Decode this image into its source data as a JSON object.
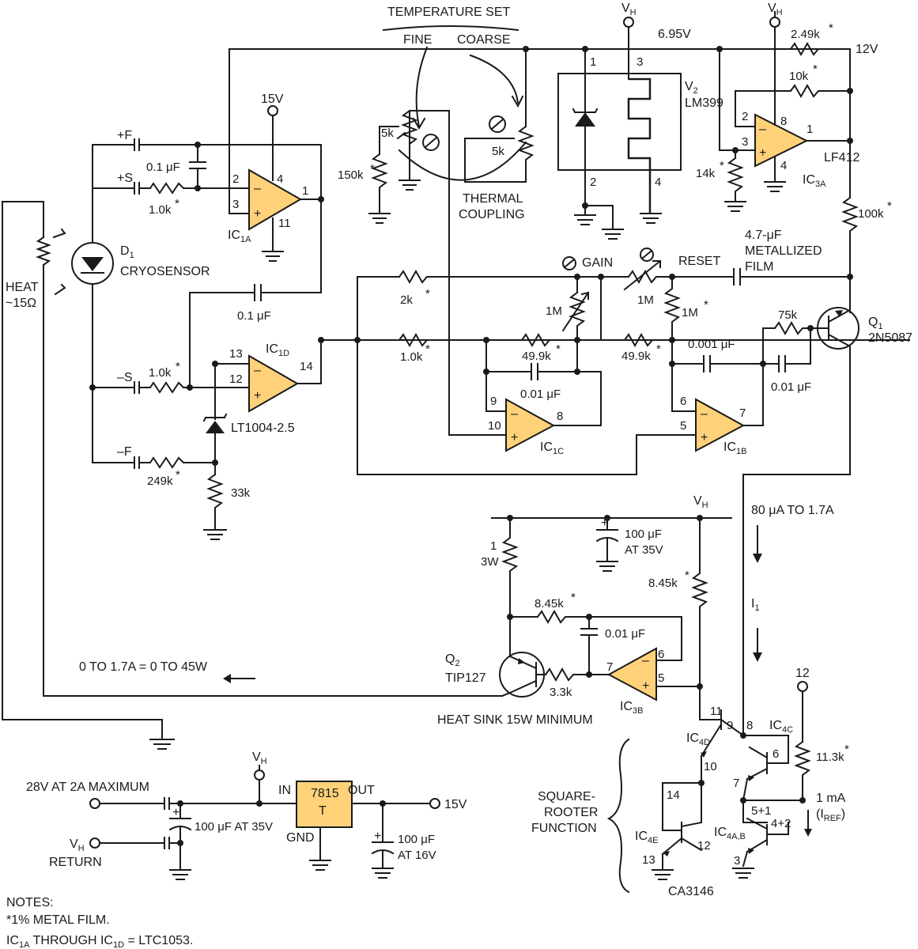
{
  "labels": {
    "temperature_set": "TEMPERATURE SET",
    "fine": "FINE",
    "coarse": "COARSE",
    "thermal_coupling_1": "THERMAL",
    "thermal_coupling_2": "COUPLING",
    "vh": "V",
    "vh_sub": "H",
    "v695": "6.95V",
    "v12": "12V",
    "v15": "15V",
    "plus_f": "+F",
    "plus_s": "+S",
    "minus_s": "–S",
    "minus_f": "–F",
    "d1": "D",
    "d1_sub": "1",
    "cryosensor": "CRYOSENSOR",
    "heat_1": "HEAT",
    "heat_2": "~15Ω",
    "v2": "V",
    "v2_sub": "2",
    "lm399": "LM399",
    "lf412": "LF412",
    "ic3a": "IC",
    "ic3a_sub": "3A",
    "ic1a": "IC",
    "ic1a_sub": "1A",
    "ic1d": "IC",
    "ic1d_sub": "1D",
    "ic1c": "IC",
    "ic1c_sub": "1C",
    "ic1b": "IC",
    "ic1b_sub": "1B",
    "ic3b": "IC",
    "ic3b_sub": "3B",
    "ic4d": "IC",
    "ic4d_sub": "4D",
    "ic4c": "IC",
    "ic4c_sub": "4C",
    "ic4e": "IC",
    "ic4e_sub": "4E",
    "ic4ab": "IC",
    "ic4ab_sub": "4A,B",
    "ca3146": "CA3146",
    "gain": "GAIN",
    "reset": "RESET",
    "metallized_1": "4.7-μF",
    "metallized_2": "METALLIZED",
    "metallized_3": "FILM",
    "q1": "Q",
    "q1_sub": "1",
    "q1_part": "2N5087",
    "q2": "Q",
    "q2_sub": "2",
    "q2_part": "TIP127",
    "lt1004": "LT1004-2.5",
    "current_range": "80 μA TO 1.7A",
    "i1": "I",
    "i1_sub": "1",
    "heat_range": "0 TO 1.7A = 0 TO 45W",
    "heat_sink": "HEAT SINK 15W MINIMUM",
    "square_1": "SQUARE-",
    "square_2": "ROOTER",
    "square_3": "FUNCTION",
    "iref_1": "1 mA",
    "iref_2": "(I",
    "iref_sub": "REF",
    "iref_3": ")",
    "supply_in": "28V AT 2A MAXIMUM",
    "vh_return": "RETURN",
    "reg_in": "IN",
    "reg_out": "OUT",
    "reg_gnd": "GND",
    "reg_name_1": "7815",
    "reg_name_2": "T",
    "out15": "15V",
    "notes_title": "NOTES:",
    "note1": "*1% METAL FILM.",
    "note2a": "IC",
    "note2a_sub": "1A",
    "note2b": " THROUGH IC",
    "note2b_sub": "1D",
    "note2c": " = LTC1053."
  },
  "components": {
    "c01uf": "0.1 μF",
    "r1k0": "1.0k",
    "c01uf_b": "0.1 μF",
    "r1k0_b": "1.0k",
    "r249k": "249k",
    "r33k": "33k",
    "r150k": "150k",
    "r5k_a": "5k",
    "r5k_b": "5k",
    "r2k49": "2.49k",
    "r10k": "10k",
    "r14k": "14k",
    "r100k": "100k",
    "r2k": "2k",
    "r1m_gain": "1M",
    "r1m_reset": "1M",
    "r1m_fixed": "1M",
    "r1k0_c": "1.0k",
    "r49k9_a": "49.9k",
    "r49k9_b": "49.9k",
    "c001uf_a": "0.01 μF",
    "c0001uf": "0.001 μF",
    "c001uf_b": "0.01 μF",
    "r75k": "75k",
    "r1_3w_1": "1",
    "r1_3w_2": "3W",
    "c100uf_35v_1": "100 μF",
    "c100uf_35v_2": "AT 35V",
    "r8k45_a": "8.45k",
    "r8k45_b": "8.45k",
    "c001uf_c": "0.01 μF",
    "r3k3": "3.3k",
    "r11k3": "11.3k",
    "c100uf_35v_b": "100 μF AT 35V",
    "c100uf_16v_1": "100 μF",
    "c100uf_16v_2": "AT 16V"
  },
  "pins": {
    "p1": "1",
    "p2": "2",
    "p3": "3",
    "p4": "4",
    "p5": "5",
    "p6": "6",
    "p7": "7",
    "p8": "8",
    "p9": "9",
    "p10": "10",
    "p11": "11",
    "p12": "12",
    "p13": "13",
    "p14": "14",
    "p5p1": "5+1",
    "p4p2": "4+2",
    "star": "*",
    "plus": "+",
    "minus": "–"
  }
}
